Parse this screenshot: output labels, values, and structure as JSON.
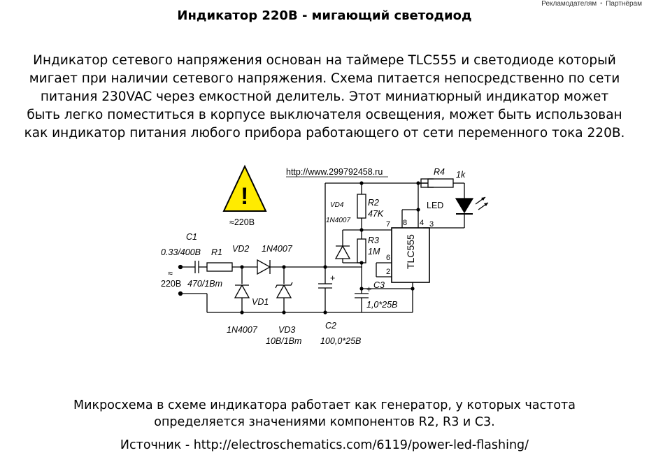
{
  "top_links": {
    "advertisers": "Рекламодателям",
    "separator": "•",
    "partners": "Партнёрам"
  },
  "title": "Индикатор 220В - мигающий светодиод",
  "intro_lines": [
    "Индикатор сетевого напряжения основан на таймере TLC555 и светодиоде который",
    "мигает при наличии сетевого напряжения. Схема питается непосредственно по сети",
    "питания 230VAC через емкостной  делитель. Этот миниатюрный индикатор может",
    "быть легко поместиться в корпусе выключателя освещения, может быть использован",
    "как индикатор питания любого прибора работающего от сети переменного тока 220В."
  ],
  "schematic": {
    "url": "http://www.299792458.ru",
    "warning_label": "≈220В",
    "input_label": "220В",
    "ac_symbol": "≈",
    "labels": {
      "c1": "C1",
      "c1_value": "0.33/400В",
      "r1": "R1",
      "r1_value": "470/1Вт",
      "vd2": "VD2",
      "vd2_part": "1N4007",
      "vd1": "VD1",
      "vd1_part": "1N4007",
      "vd3": "VD3",
      "vd3_value": "10В/1Вт",
      "c2": "C2",
      "c2_value": "100,0*25В",
      "vd4": "VD4",
      "vd4_part": "1N4007",
      "r2": "R2",
      "r2_value": "47K",
      "r3": "R3",
      "r3_value": "1M",
      "c3": "C3",
      "c3_value": "1,0*25В",
      "r4": "R4",
      "r4_value": "1k",
      "led": "LED",
      "ic": "TLC555",
      "pin7": "7",
      "pin8": "8",
      "pin4": "4",
      "pin3": "3",
      "pin6": "6",
      "pin2": "2",
      "plus": "+"
    }
  },
  "outro_lines": [
    "Микросхема в схеме индикатора работает как генератор, у которых частота",
    "определяется значениями компонентов R2, R3 и С3."
  ],
  "source": "Источник - http://electroschematics.com/6119/power-led-flashing/"
}
